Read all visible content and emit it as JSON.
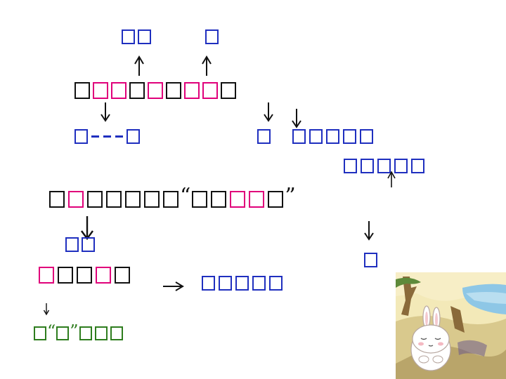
{
  "colors": {
    "blue": "#1f2fbf",
    "pink": "#e0007a",
    "black": "#111111",
    "green": "#2e7d1e"
  },
  "rows": {
    "top_left_label": [
      "blue",
      "blue"
    ],
    "top_right_label": [
      "blue"
    ],
    "sentence_1": [
      "black",
      "pink",
      "pink",
      "black",
      "pink",
      "black",
      "pink",
      "pink",
      "black"
    ],
    "note_left": {
      "before": [
        "blue"
      ],
      "dashes": 3,
      "after": [
        "blue"
      ]
    },
    "note_mid": [
      "blue"
    ],
    "note_right_1": [
      "blue",
      "blue",
      "blue",
      "blue",
      "blue"
    ],
    "note_right_2": [
      "blue",
      "blue",
      "blue",
      "blue",
      "blue"
    ],
    "sentence_2_a": [
      "black",
      "pink",
      "black",
      "black",
      "black",
      "black",
      "black"
    ],
    "sentence_2_b": [
      "black",
      "black",
      "pink",
      "pink",
      "black"
    ],
    "note_below_left": [
      "blue",
      "blue"
    ],
    "note_below_right": [
      "blue"
    ],
    "phrase_3": [
      "pink",
      "black",
      "black",
      "pink",
      "black"
    ],
    "note_phrase_3": [
      "blue",
      "blue",
      "blue",
      "blue",
      "blue"
    ],
    "green_a": [
      "green"
    ],
    "green_b": [
      "green"
    ],
    "green_c": [
      "green",
      "green",
      "green"
    ]
  },
  "quotes": {
    "open": "“",
    "close": "”"
  },
  "image": {
    "description_icon": "rabbit-cartoon-icon"
  }
}
